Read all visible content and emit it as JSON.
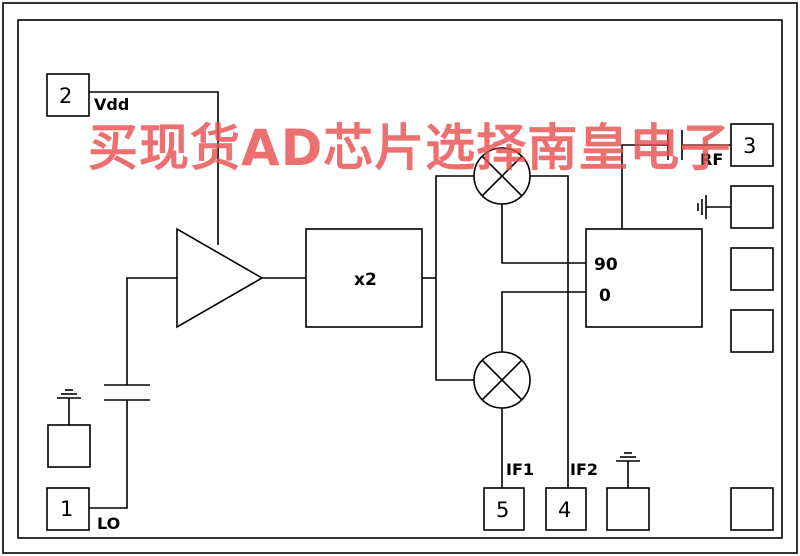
{
  "pins": {
    "p1": "1",
    "p2": "2",
    "p3": "3",
    "p4": "4",
    "p5": "5"
  },
  "labels": {
    "vdd": "Vdd",
    "lo": "LO",
    "rf": "RF",
    "if1": "IF1",
    "if2": "IF2",
    "doubler": "x2",
    "hybrid_90": "90",
    "hybrid_0": "0"
  },
  "watermark": "买现货AD芯片选择南皇电子",
  "colors": {
    "line": "#000000",
    "watermark": "#e85050"
  }
}
